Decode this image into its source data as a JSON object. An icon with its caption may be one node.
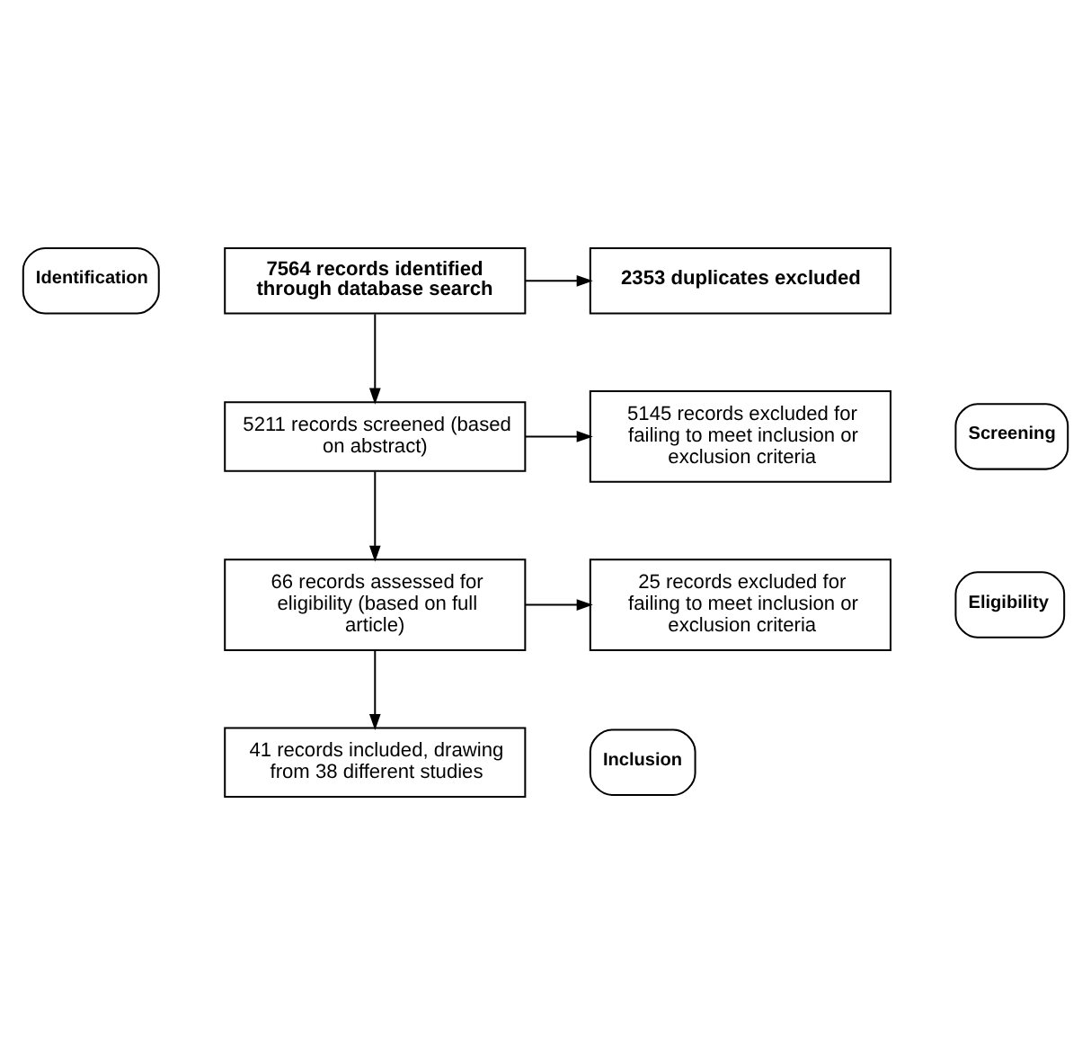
{
  "diagram": {
    "nodes": [
      {
        "text": [
          "Identification"
        ]
      },
      {
        "text": [
          "7564 records identified through database search"
        ]
      },
      {
        "text": [
          "2353 duplicates excluded"
        ]
      },
      {
        "text": [
          "Screening"
        ]
      },
      {
        "text": [
          "5211 records screened (based on abstract)"
        ]
      },
      {
        "text": [
          "5145 records excluded for failing to meet inclusion or exclusion criteria"
        ]
      },
      {
        "text": [
          "Eligibility"
        ]
      },
      {
        "text": [
          "66 records assessed for eligibility (based on full article)"
        ]
      },
      {
        "text": [
          "25 records excluded for failing to meet inclusion or exclusion criteria"
        ]
      },
      {
        "text": [
          "Inclusion"
        ]
      },
      {
        "text": [
          "41 records included, drawing from 38 different studies"
        ]
      }
    ],
    "edges": [
      {
        "from": 1,
        "to": 2,
        "arrow": "to"
      },
      {
        "from": 1,
        "to": 4,
        "arrow": "to"
      },
      {
        "from": 4,
        "to": 5,
        "arrow": "to"
      },
      {
        "from": 4,
        "to": 7,
        "arrow": "to"
      },
      {
        "from": 7,
        "to": 8,
        "arrow": "to"
      },
      {
        "from": 7,
        "to": 10,
        "arrow": "to"
      }
    ]
  }
}
